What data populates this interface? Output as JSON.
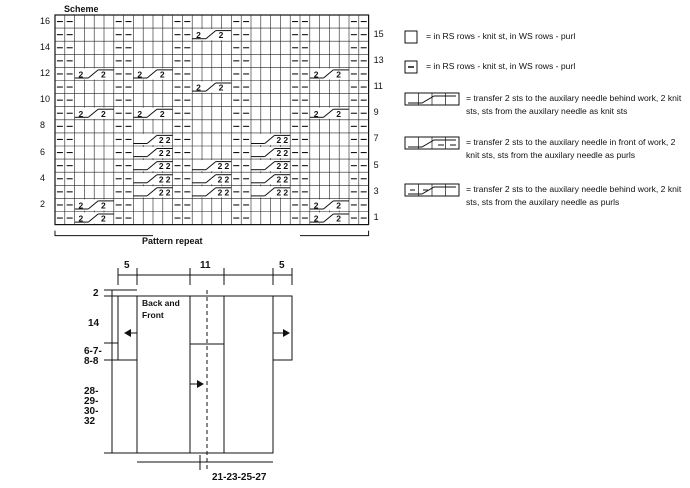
{
  "chart": {
    "title": "Scheme",
    "footer": "Pattern repeat",
    "left_row_numbers": [
      "16",
      "14",
      "12",
      "10",
      "8",
      "6",
      "4",
      "2"
    ],
    "right_row_numbers": [
      "15",
      "13",
      "11",
      "9",
      "7",
      "5",
      "3",
      "1"
    ],
    "cable_count": "2"
  },
  "legend": [
    {
      "symbol": "empty-square-icon",
      "text": "= in RS rows - knit st, in WS rows - purl"
    },
    {
      "symbol": "dash-square-icon",
      "text": "= in RS rows - knit st, in WS rows - purl"
    },
    {
      "symbol": "cable-back-knit-icon",
      "text": "= transfer 2 sts to the auxilary needle behind work, 2 knit sts, sts from the auxilary needle as knit sts"
    },
    {
      "symbol": "cable-front-purl-icon",
      "text": "= transfer 2 sts to the auxilary needle in front of work, 2 knit sts, sts from the auxilary needle as purls"
    },
    {
      "symbol": "cable-back-purl-icon",
      "text": "= transfer 2 sts to the auxilary needle behind work, 2 knit sts, sts from the auxilary needle as purls"
    }
  ],
  "schematic": {
    "top_widths": [
      "5",
      "11",
      "5"
    ],
    "shoulder": "2",
    "sleeve_depth": "14",
    "armhole": "6-7-",
    "armhole_2": "8-8",
    "body_length": [
      "28-",
      "29-",
      "30-",
      "32"
    ],
    "piece_label": [
      "Back and",
      "Front"
    ],
    "bottom_width": "21-23-25-27"
  }
}
